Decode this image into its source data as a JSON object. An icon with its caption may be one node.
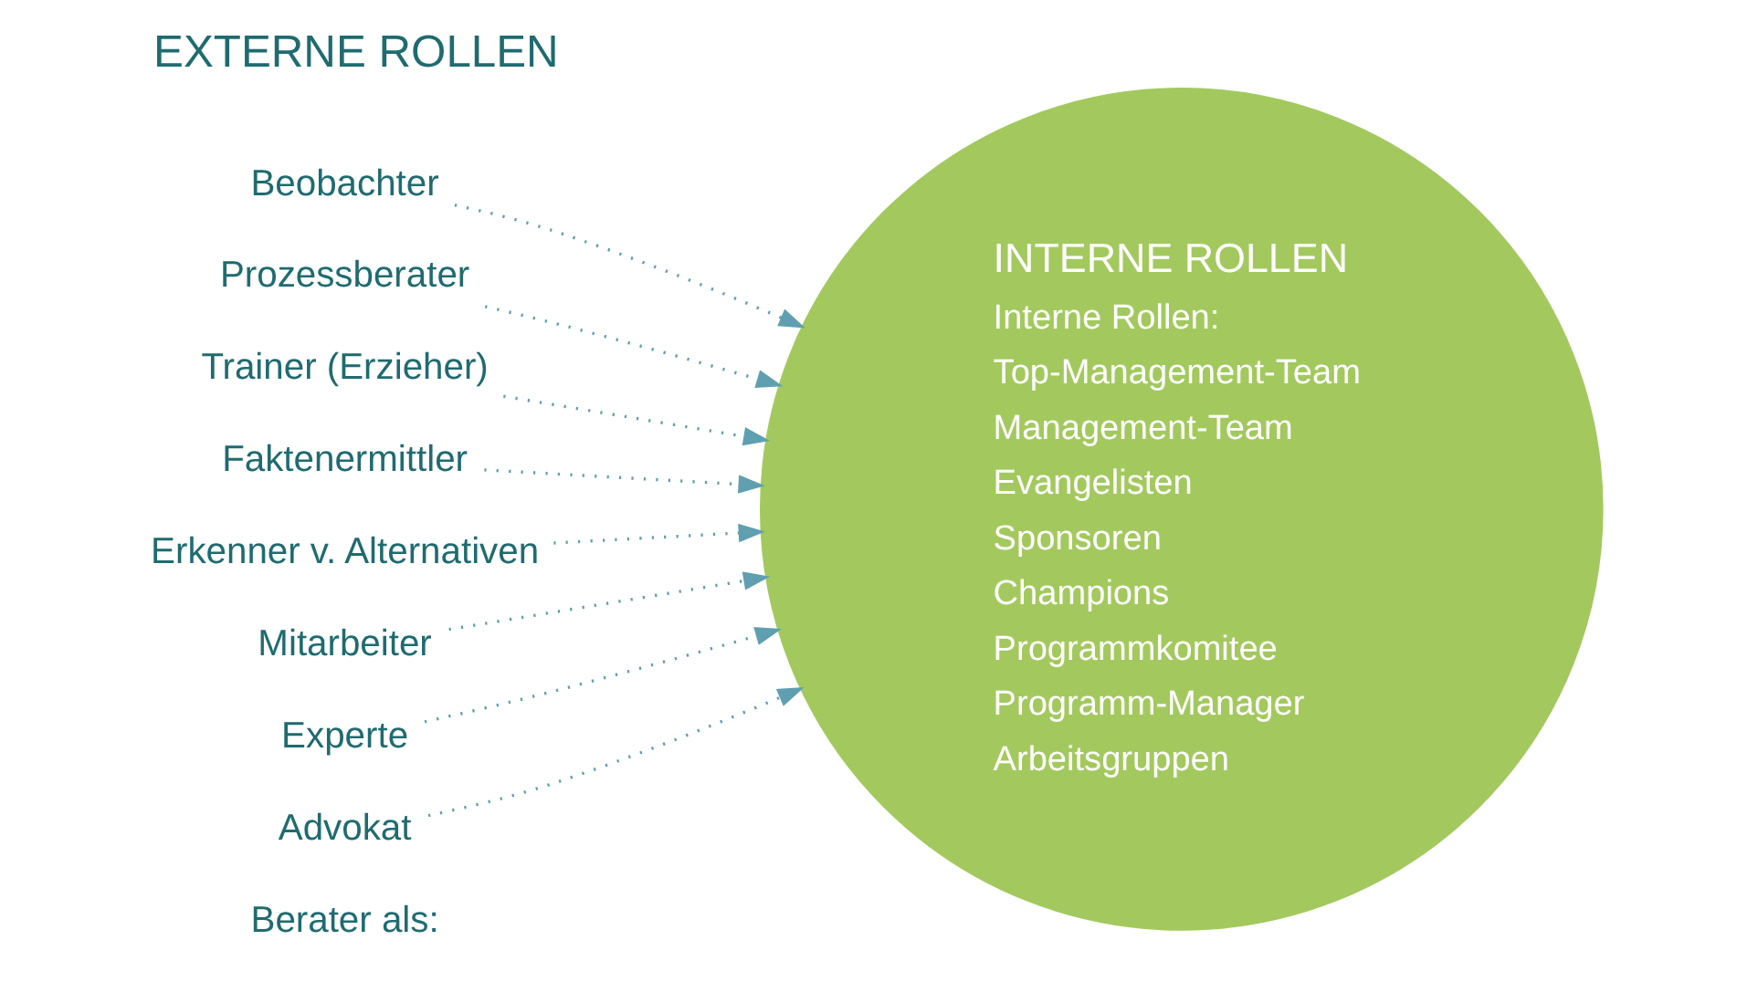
{
  "diagram": {
    "title": "EXTERNE ROLLEN",
    "nodes": [
      {
        "text": [
          "Beobachter"
        ]
      },
      {
        "text": [
          "Prozessberater"
        ]
      },
      {
        "text": [
          "Trainer (Erzieher)"
        ]
      },
      {
        "text": [
          "Faktenermittler"
        ]
      },
      {
        "text": [
          "Erkenner v. Alternativen"
        ]
      },
      {
        "text": [
          "Mitarbeiter"
        ]
      },
      {
        "text": [
          "Experte"
        ]
      },
      {
        "text": [
          "Advokat"
        ]
      },
      {
        "text": [
          "INTERNE ROLLEN",
          "Interne Rollen:",
          "Top-Management-Team",
          "Management-Team",
          "Evangelisten",
          "Sponsoren",
          "Champions",
          "Programmkomitee",
          "Programm-Manager",
          "Arbeitsgruppen"
        ]
      }
    ],
    "edges": [
      {
        "from": 0,
        "to": 8,
        "arrow": "to",
        "style": "dashed"
      },
      {
        "from": 1,
        "to": 8,
        "arrow": "to",
        "style": "dashed"
      },
      {
        "from": 2,
        "to": 8,
        "arrow": "to",
        "style": "dashed"
      },
      {
        "from": 3,
        "to": 8,
        "arrow": "to",
        "style": "dashed"
      },
      {
        "from": 4,
        "to": 8,
        "arrow": "to",
        "style": "dashed"
      },
      {
        "from": 5,
        "to": 8,
        "arrow": "to",
        "style": "dashed"
      },
      {
        "from": 6,
        "to": 8,
        "arrow": "to",
        "style": "dashed"
      },
      {
        "from": 7,
        "to": 8,
        "arrow": "to",
        "style": "dashed"
      }
    ],
    "labels": [
      "Berater als:"
    ]
  }
}
